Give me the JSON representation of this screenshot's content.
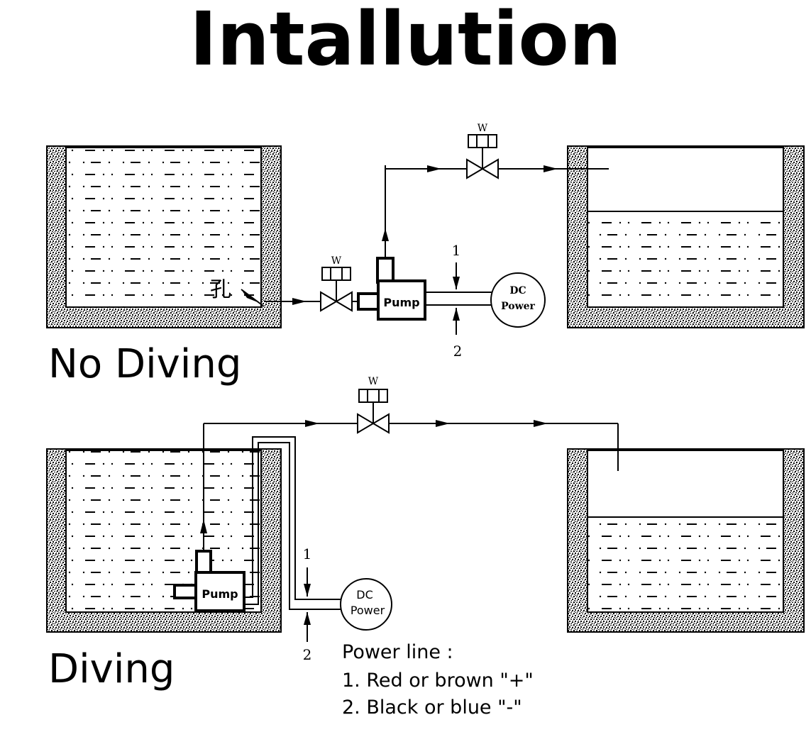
{
  "title": "Intallution",
  "icons": [
    "valve-icon",
    "pump-icon",
    "power-source-icon",
    "arrow-icon",
    "hole-icon"
  ],
  "colors": {
    "ink": "#000000",
    "background": "#ffffff",
    "tank_wall": "#bdbdbd"
  },
  "top": {
    "caption": "No Diving",
    "pump_label": "Pump",
    "power_label_1": "DC",
    "power_label_2": "Power",
    "valve_label_1": "W",
    "valve_label_2": "W",
    "hole_label": "孔",
    "wire_1": "1",
    "wire_2": "2"
  },
  "bottom": {
    "caption": "Diving",
    "pump_label": "Pump",
    "power_label_1": "DC",
    "power_label_2": "Power",
    "valve_label": "W",
    "wire_1": "1",
    "wire_2": "2"
  },
  "legend": {
    "heading": "Power line :",
    "line1": "1. Red or brown \"+\"",
    "line2": "2. Black or blue \"-\""
  }
}
